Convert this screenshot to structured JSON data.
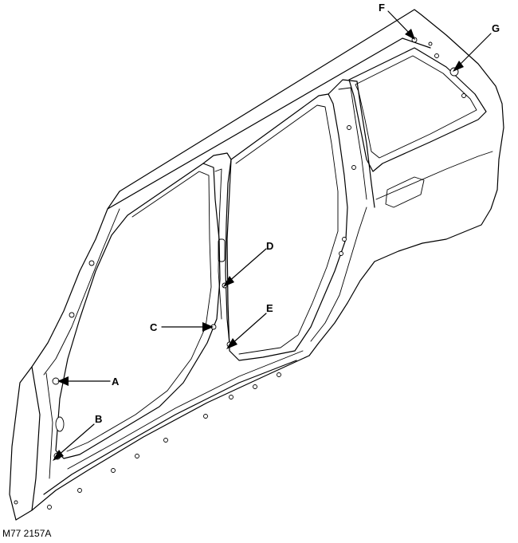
{
  "callouts": [
    {
      "id": "A",
      "label": "A"
    },
    {
      "id": "B",
      "label": "B"
    },
    {
      "id": "C",
      "label": "C"
    },
    {
      "id": "D",
      "label": "D"
    },
    {
      "id": "E",
      "label": "E"
    },
    {
      "id": "F",
      "label": "F"
    },
    {
      "id": "G",
      "label": "G"
    }
  ],
  "figure_reference": "M77 2157A"
}
